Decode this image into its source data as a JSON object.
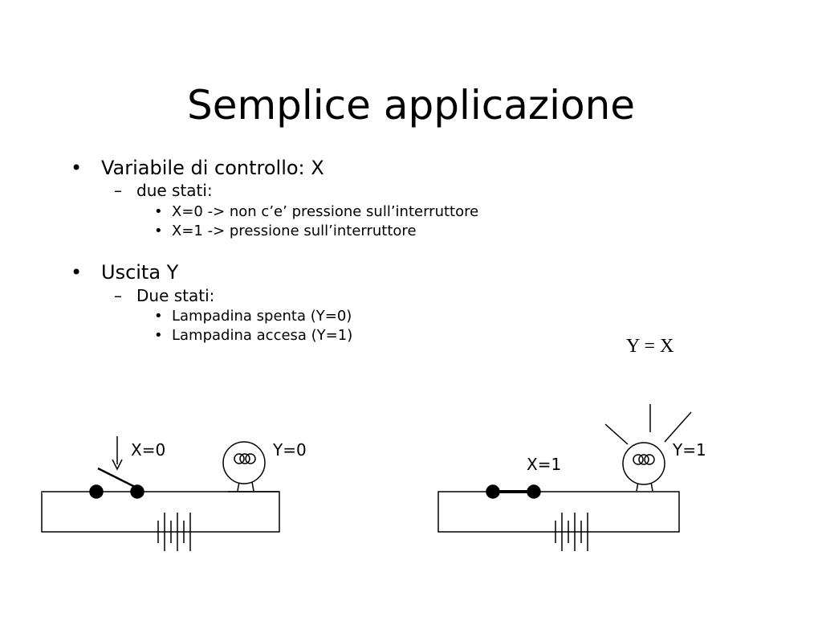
{
  "slide": {
    "title": "Semplice applicazione",
    "sections": [
      {
        "bullet": "•",
        "heading": "Variabile di controllo: X",
        "sub_marker": "–",
        "sub": "due stati:",
        "items_marker": "•",
        "items": [
          "X=0 -> non c’e’ pressione sull’interruttore",
          "X=1 -> pressione sull’interruttore"
        ]
      },
      {
        "bullet": "•",
        "heading": "Uscita Y",
        "sub_marker": "–",
        "sub": "Due stati:",
        "items_marker": "•",
        "items": [
          "Lampadina spenta (Y=0)",
          "Lampadina accesa (Y=1)"
        ]
      }
    ],
    "formula": "Y = X"
  },
  "circuits": {
    "open": {
      "x_label": "X=0",
      "y_label": "Y=0"
    },
    "closed": {
      "x_label": "X=1",
      "y_label": "Y=1"
    }
  }
}
